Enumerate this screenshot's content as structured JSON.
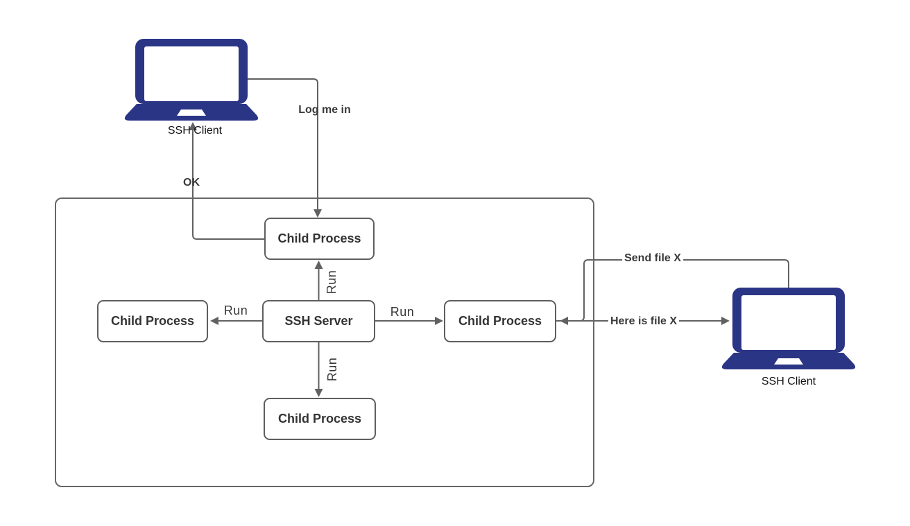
{
  "nodes": {
    "ssh_server": "SSH Server",
    "child_top": "Child Process",
    "child_left": "Child Process",
    "child_right": "Child Process",
    "child_bottom": "Child Process",
    "client_left": "SSH Client",
    "client_right": "SSH Client"
  },
  "edges": {
    "log_me_in": "Log me in",
    "ok": "OK",
    "run_top": "Run",
    "run_left": "Run",
    "run_right": "Run",
    "run_bottom": "Run",
    "send_file": "Send file X",
    "here_is_file": "Here is file X"
  },
  "colors": {
    "laptop": "#2b3586",
    "line": "#616161",
    "box_border": "#5e5e5e",
    "container_border": "#666666",
    "node_text": "#333333",
    "label_text": "#3a3a3a",
    "client_label_text": "#111111"
  }
}
